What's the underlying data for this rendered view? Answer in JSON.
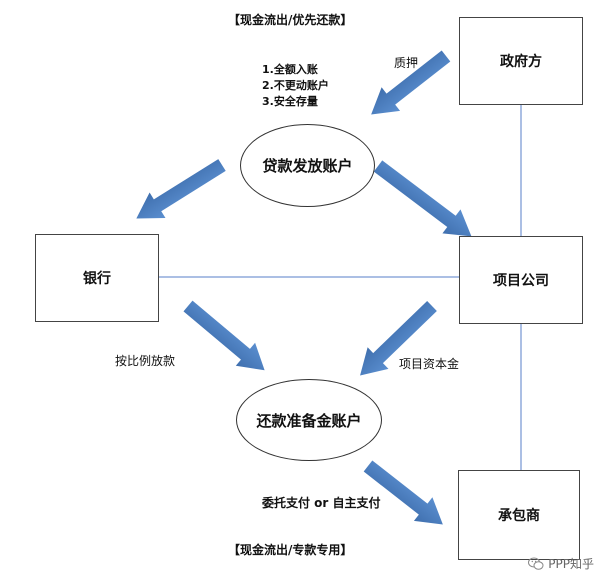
{
  "labels": {
    "top_note": "【现金流出/优先还款】",
    "bottom_note": "【现金流出/专款专用】",
    "pledge": "质押",
    "proportional_loan": "按比例放款",
    "project_capital": "项目资本金",
    "payment_mode": "委托支付 or  自主支付"
  },
  "account_rules": [
    "1.全额入账",
    "2.不更动账户",
    "3.安全存量"
  ],
  "boxes": {
    "government": "政府方",
    "bank": "银行",
    "project_company": "项目公司",
    "contractor": "承包商"
  },
  "ellipses": {
    "loan_account": "贷款发放账户",
    "repayment_reserve": "还款准备金账户"
  },
  "watermark": {
    "text": "PPP知乎",
    "icon": "wechat-icon"
  },
  "colors": {
    "arrow": "#4a7ebb",
    "line": "#8faadc",
    "border": "#444444"
  }
}
